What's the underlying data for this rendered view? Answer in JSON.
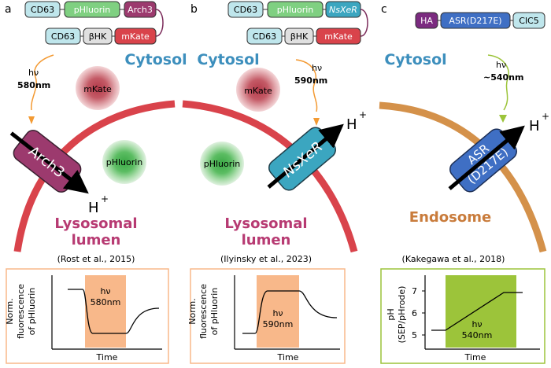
{
  "panels": [
    {
      "letter": "a",
      "construct_top": [
        "CD63",
        "pHluorin",
        "Arch3"
      ],
      "construct_bottom": [
        "CD63",
        "βHK",
        "mKate"
      ],
      "cytosol_label": "Cytosol",
      "light_symbol": "hν",
      "light_wavelength": "580nm",
      "mkate_label": "mKate",
      "phluorin_label": "pHluorin",
      "pump_label": "Arch3",
      "proton": "H",
      "proton_charge": "+",
      "lumen_line1": "Lysosomal",
      "lumen_line2": "lumen",
      "citation": "(Rost et al., 2015)",
      "plot": {
        "ylabel_line1": "Norm.",
        "ylabel_line2": "fluorescence",
        "ylabel_line3": "of pHluorin",
        "xlabel": "Time",
        "box_line1": "hν",
        "box_line2": "580nm"
      }
    },
    {
      "letter": "b",
      "construct_top": [
        "CD63",
        "pHluorin",
        "NsXeR"
      ],
      "construct_bottom": [
        "CD63",
        "βHK",
        "mKate"
      ],
      "cytosol_label": "Cytosol",
      "light_symbol": "hν",
      "light_wavelength": "590nm",
      "mkate_label": "mKate",
      "phluorin_label": "pHluorin",
      "pump_label": "NsXeR",
      "proton": "H",
      "proton_charge": "+",
      "lumen_line1": "Lysosomal",
      "lumen_line2": "lumen",
      "citation": "(Ilyinsky et al., 2023)",
      "plot": {
        "ylabel_line1": "Norm.",
        "ylabel_line2": "fluorescence",
        "ylabel_line3": "of pHluorin",
        "xlabel": "Time",
        "box_line1": "hν",
        "box_line2": "590nm"
      }
    },
    {
      "letter": "c",
      "construct_top": [
        "HA",
        "ASR(D217E)",
        "ClC5"
      ],
      "cytosol_label": "Cytosol",
      "light_symbol": "hν",
      "light_wavelength": "~540nm",
      "pump_line1": "ASR",
      "pump_line2": "(D217E)",
      "proton": "H",
      "proton_charge": "+",
      "lumen_line1": "Endosome",
      "citation": "(Kakegawa et al., 2018)",
      "plot": {
        "ylabel_line1": "pH",
        "ylabel_line2": "(SEP/pHrode)",
        "yticks": [
          "7",
          "6",
          "5"
        ],
        "xlabel": "Time",
        "box_line1": "hν",
        "box_line2": "540nm"
      }
    }
  ],
  "colors": {
    "membrane_lyso": "#d9434b",
    "membrane_endo": "#d4914a",
    "lumen_text": "#b73a72",
    "endosome_text": "#c97c3c",
    "cytosol_text": "#3d8fbd",
    "arch3": "#9c3a6e",
    "nsxer": "#3ba6c0",
    "asr": "#3f6fc4",
    "ha": "#7b2b80",
    "light_orange": "#f39a33",
    "light_green": "#9cc43a",
    "plot_box_orange": "#f8b88a",
    "plot_box_green": "#9cc43a"
  }
}
